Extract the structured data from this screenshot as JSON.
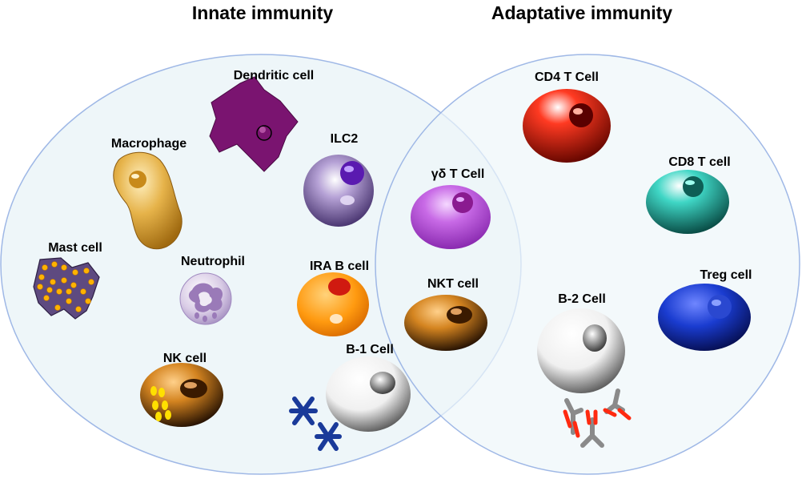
{
  "titles": {
    "innate": "Innate immunity",
    "adaptive": "Adaptative immunity"
  },
  "labels": {
    "dendritic": "Dendritic cell",
    "macrophage": "Macrophage",
    "ilc2": "ILC2",
    "mast": "Mast cell",
    "neutrophil": "Neutrophil",
    "ira_b": "IRA B cell",
    "nk": "NK cell",
    "b1": "B-1 Cell",
    "gd_t": "γδ T Cell",
    "nkt": "NKT cell",
    "cd4": "CD4 T Cell",
    "cd8": "CD8 T cell",
    "treg": "Treg cell",
    "b2": "B-2 Cell"
  },
  "colors": {
    "circle_fill": "#eef6f9",
    "circle_stroke": "#9fb8e6",
    "dendritic": "#7a1470",
    "macrophage": "#d9a53a",
    "ilc2": "#6e5596",
    "mast": "#5e4a80",
    "neutrophil": "#c9b9d8",
    "ira_b": "#ff9a10",
    "nk": "#b06a10",
    "b1": "#d0d0d0",
    "gd_t": "#b050d0",
    "nkt": "#b06a10",
    "cd4": "#cc1a10",
    "cd8": "#1fa59a",
    "treg": "#1030b0",
    "b2": "#d0d0d0",
    "antibody": "#888888",
    "antibody_tip": "#ff2a10",
    "star": "#1a3a9a"
  }
}
